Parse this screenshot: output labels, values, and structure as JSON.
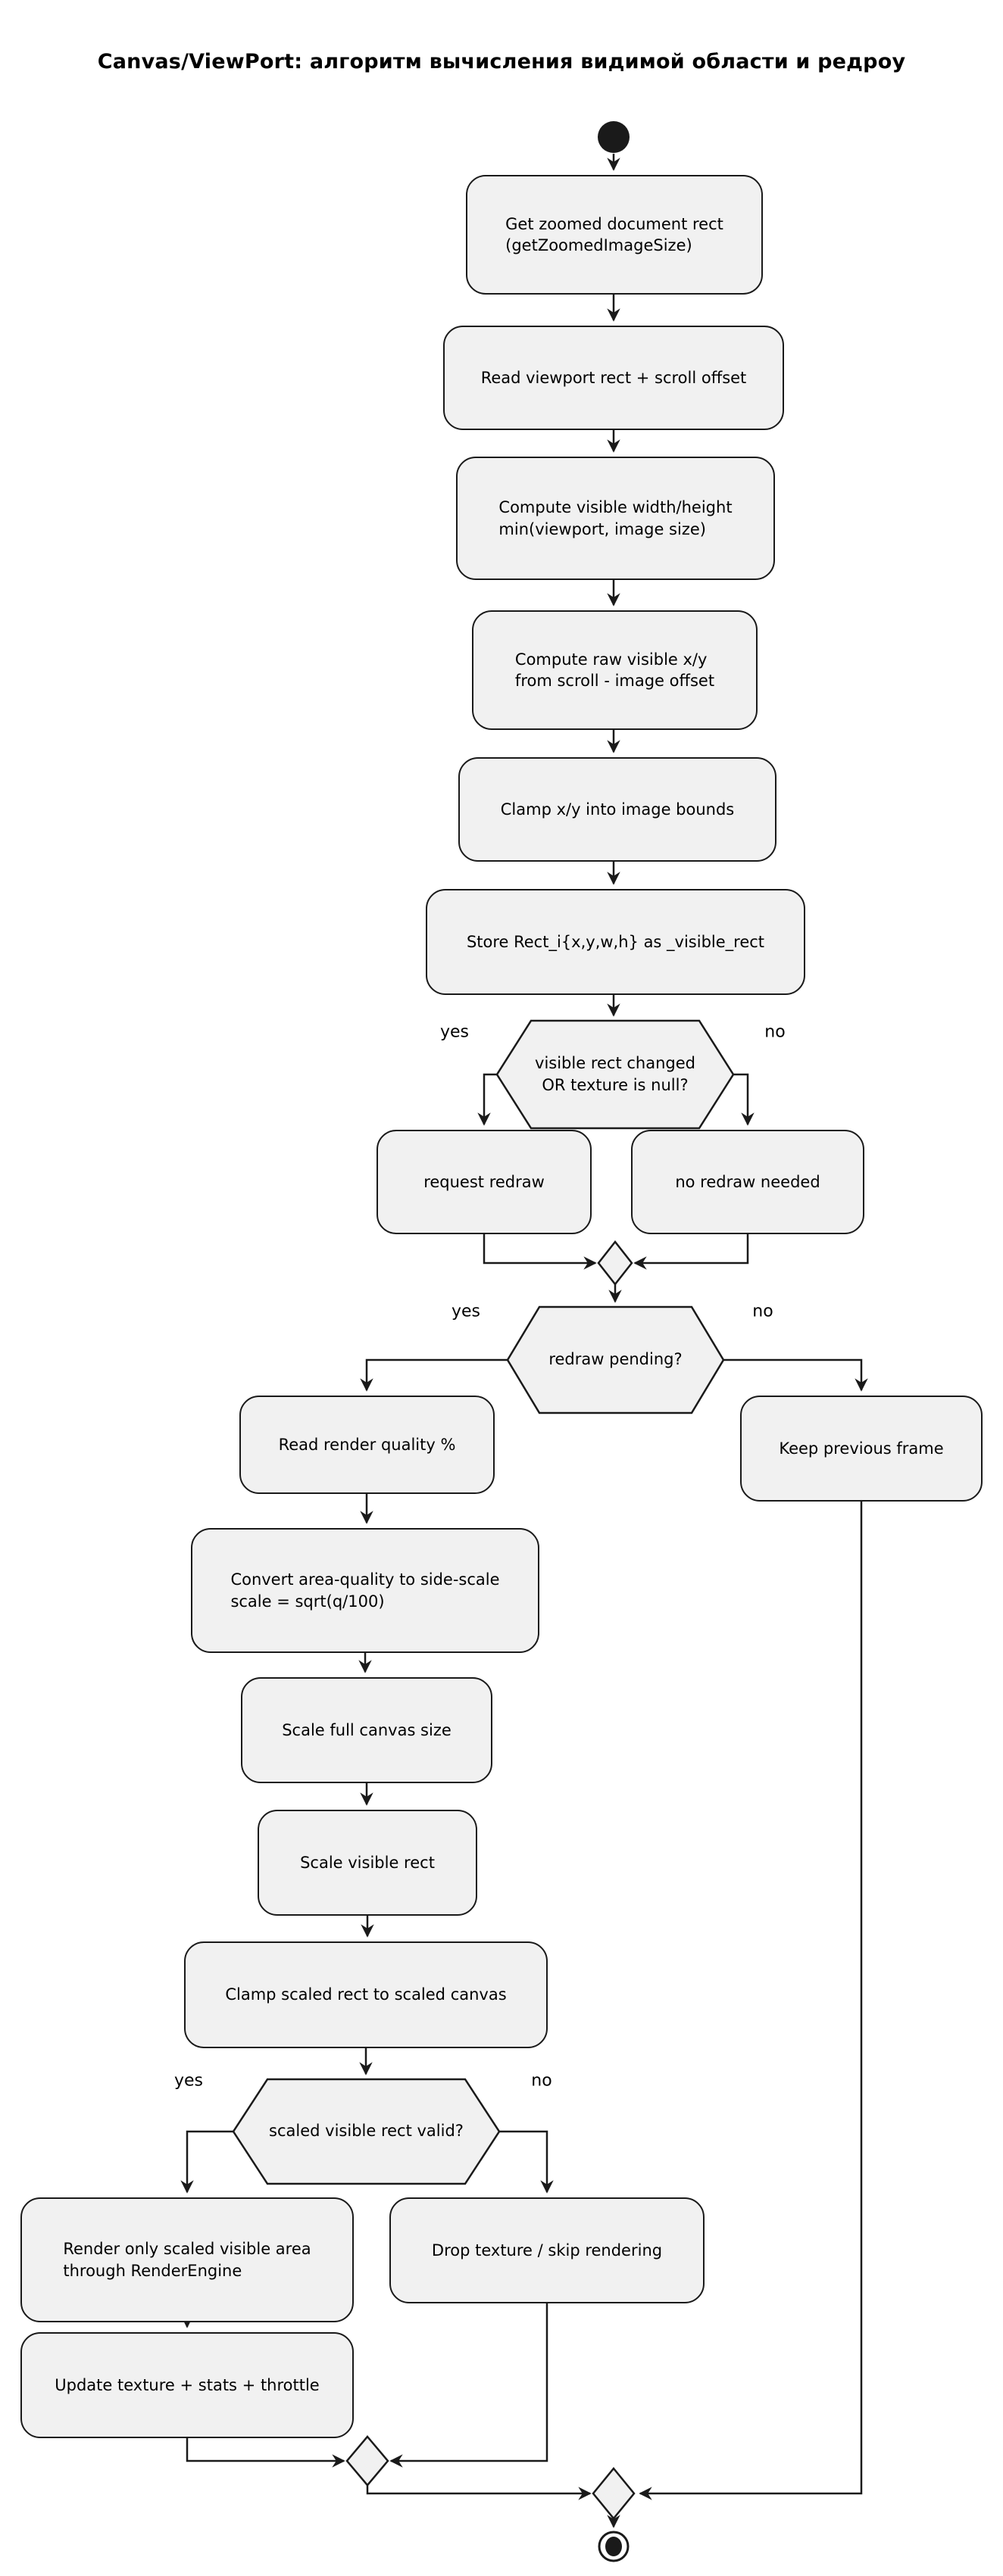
{
  "title": "Canvas/ViewPort: алгоритм вычисления видимой области и редроу",
  "colors": {
    "background": "#ffffff",
    "node_fill": "#f1f1f1",
    "border": "#1a1a1a",
    "text": "#000000"
  },
  "activities": {
    "get_zoomed_rect": "Get zoomed document rect\n(getZoomedImageSize)",
    "read_viewport": "Read viewport rect + scroll offset",
    "compute_visible_wh": "Compute visible width/height\nmin(viewport, image size)",
    "compute_raw_xy": "Compute raw visible x/y\nfrom scroll - image offset",
    "clamp_xy": "Clamp x/y into image bounds",
    "store_rect": "Store Rect_i{x,y,w,h} as _visible_rect",
    "request_redraw": "request redraw",
    "no_redraw_needed": "no redraw needed",
    "read_quality": "Read render quality %",
    "keep_previous_frame": "Keep previous frame",
    "convert_quality": "Convert area-quality to side-scale\nscale = sqrt(q/100)",
    "scale_canvas": "Scale full canvas size",
    "scale_visible_rect": "Scale visible rect",
    "clamp_scaled": "Clamp scaled rect to scaled canvas",
    "render_scaled": "Render only scaled visible area\nthrough RenderEngine",
    "drop_texture": "Drop texture / skip rendering",
    "update_texture": "Update texture + stats + throttle"
  },
  "decisions": {
    "visible_changed": "visible rect changed\nOR texture is null?",
    "redraw_pending": "redraw pending?",
    "scaled_valid": "scaled visible rect valid?"
  },
  "branch_labels": {
    "visible_changed_yes": "yes",
    "visible_changed_no": "no",
    "redraw_pending_yes": "yes",
    "redraw_pending_no": "no",
    "scaled_valid_yes": "yes",
    "scaled_valid_no": "no"
  }
}
